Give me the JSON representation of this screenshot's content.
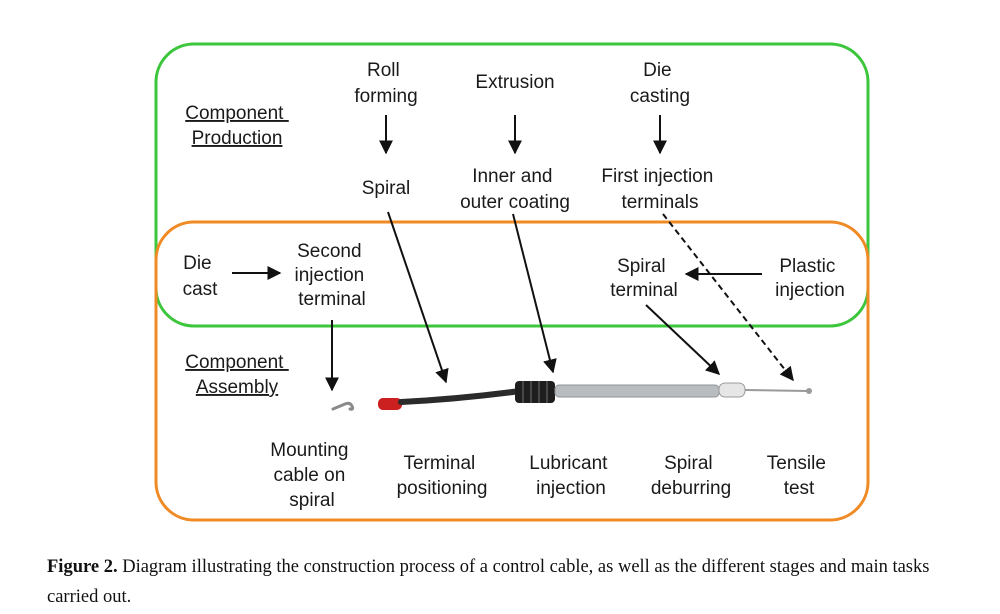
{
  "colors": {
    "production_box": "#3cc63c",
    "assembly_box": "#f08a24",
    "arrow": "#111111",
    "cable_tip_red": "#cc1f1f",
    "cable_black": "#2b2b2b",
    "cable_silver": "#b8bcbf"
  },
  "sections": {
    "production": [
      "Component",
      "Production"
    ],
    "assembly": [
      "Component",
      "Assembly"
    ]
  },
  "nodes": {
    "roll_forming": [
      "Roll",
      "forming"
    ],
    "extrusion": [
      "Extrusion"
    ],
    "die_casting": [
      "Die",
      "casting"
    ],
    "spiral": [
      "Spiral"
    ],
    "coating": [
      "Inner and",
      "outer coating"
    ],
    "first_injection": [
      "First injection",
      "terminals"
    ],
    "die_cast": [
      "Die",
      "cast"
    ],
    "second_injection": [
      "Second",
      "injection",
      "terminal"
    ],
    "spiral_terminal": [
      "Spiral",
      "terminal"
    ],
    "plastic_injection": [
      "Plastic",
      "injection"
    ]
  },
  "stages": {
    "mounting": [
      "Mounting",
      "cable on",
      "spiral"
    ],
    "positioning": [
      "Terminal",
      "positioning"
    ],
    "lubricant": [
      "Lubricant",
      "injection"
    ],
    "deburring": [
      "Spiral",
      "deburring"
    ],
    "tensile": [
      "Tensile",
      "test"
    ]
  },
  "caption": {
    "label": "Figure 2.",
    "text": " Diagram illustrating the construction process of a control cable, as well as the different stages and main tasks carried out."
  }
}
